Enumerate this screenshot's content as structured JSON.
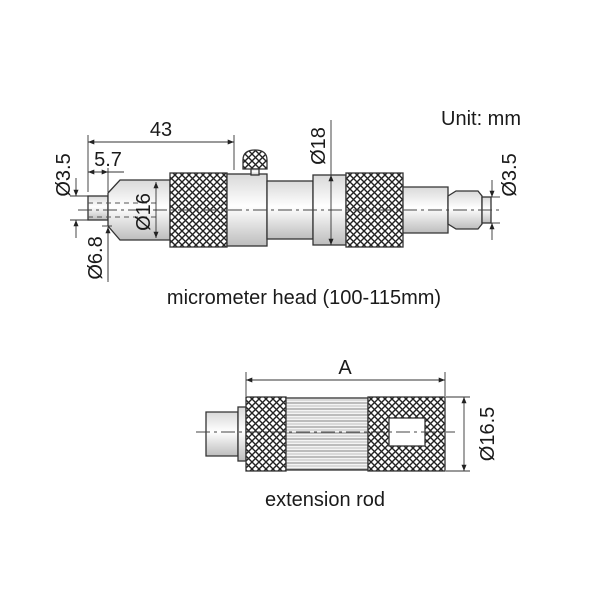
{
  "unit_label": "Unit: mm",
  "micrometer_head": {
    "caption": "micrometer head (100-115mm)",
    "dim_overall_length": "43",
    "dim_tip_length": "5.7",
    "dim_tip_diameter_left": "Ø3.5",
    "dim_shoulder_diameter": "Ø6.8",
    "dim_sleeve_diameter": "Ø16",
    "dim_thimble_diameter": "Ø18",
    "dim_end_diameter_right": "Ø3.5"
  },
  "extension_rod": {
    "caption": "extension rod",
    "dim_length": "A",
    "dim_diameter": "Ø16.5"
  }
}
